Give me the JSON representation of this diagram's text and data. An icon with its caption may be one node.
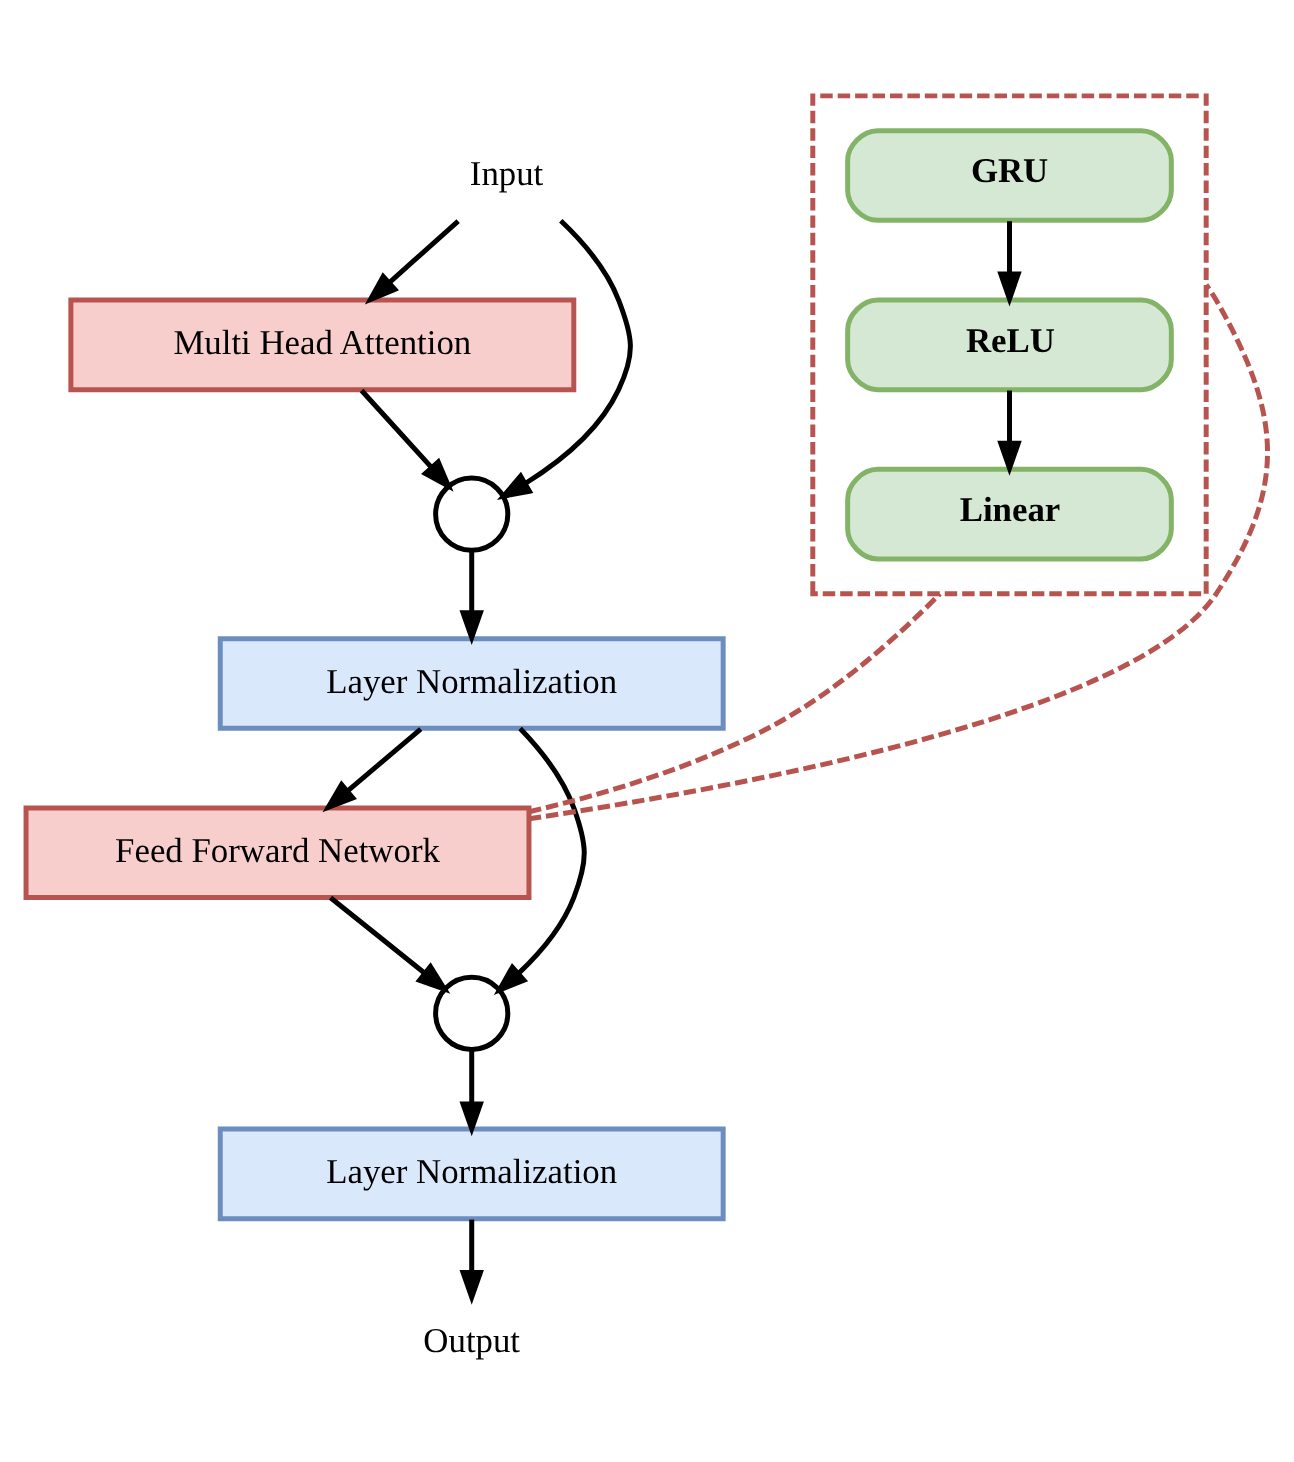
{
  "diagram": {
    "nodes": [
      {
        "text": [
          "Input"
        ]
      },
      {
        "text": [
          "Multi Head Attention"
        ]
      },
      {
        "text": [],
        "shape": "circle"
      },
      {
        "text": [
          "Layer Normalization"
        ]
      },
      {
        "text": [
          "Feed Forward Network"
        ]
      },
      {
        "text": [],
        "shape": "circle"
      },
      {
        "text": [
          "Layer Normalization"
        ]
      },
      {
        "text": [
          "Output"
        ]
      },
      {
        "text": [],
        "shape": "box"
      },
      {
        "text": [
          "GRU"
        ],
        "in": 8
      },
      {
        "text": [
          "ReLU"
        ],
        "in": 8
      },
      {
        "text": [
          "Linear"
        ],
        "in": 8
      }
    ],
    "edges": [
      {
        "from": 0,
        "to": 1,
        "arrow": "to"
      },
      {
        "from": 0,
        "to": 2,
        "arrow": "to"
      },
      {
        "from": 1,
        "to": 2,
        "arrow": "to"
      },
      {
        "from": 2,
        "to": 3,
        "arrow": "to"
      },
      {
        "from": 3,
        "to": 4,
        "arrow": "to"
      },
      {
        "from": 3,
        "to": 5,
        "arrow": "to"
      },
      {
        "from": 4,
        "to": 5,
        "arrow": "to"
      },
      {
        "from": 5,
        "to": 6,
        "arrow": "to"
      },
      {
        "from": 6,
        "to": 7,
        "arrow": "to"
      },
      {
        "from": 9,
        "to": 10,
        "arrow": "to"
      },
      {
        "from": 10,
        "to": 11,
        "arrow": "to"
      },
      {
        "from": 4,
        "to": 8,
        "arrow": "none",
        "style": "dashed",
        "color": "#b85450"
      },
      {
        "from": 4,
        "to": 8,
        "arrow": "none",
        "style": "dashed",
        "color": "#b85450"
      }
    ]
  }
}
